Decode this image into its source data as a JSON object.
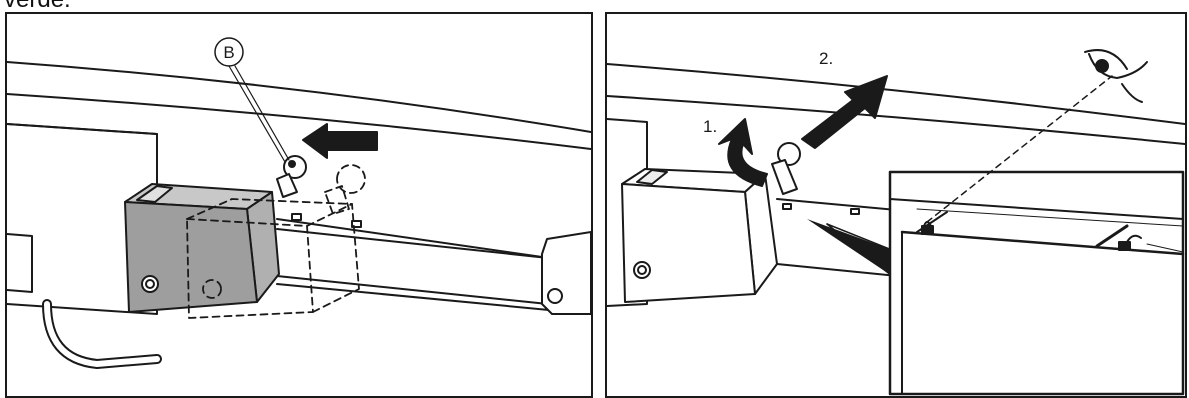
{
  "header": {
    "text": "verde."
  },
  "left_panel": {
    "callout_letter": "B"
  },
  "right_panel": {
    "step_1": "1.",
    "step_2": "2."
  },
  "colors": {
    "line": "#1a1a1a",
    "device_fill": "#9e9e9e",
    "device_front": "#c8c8c8",
    "background": "#ffffff"
  }
}
